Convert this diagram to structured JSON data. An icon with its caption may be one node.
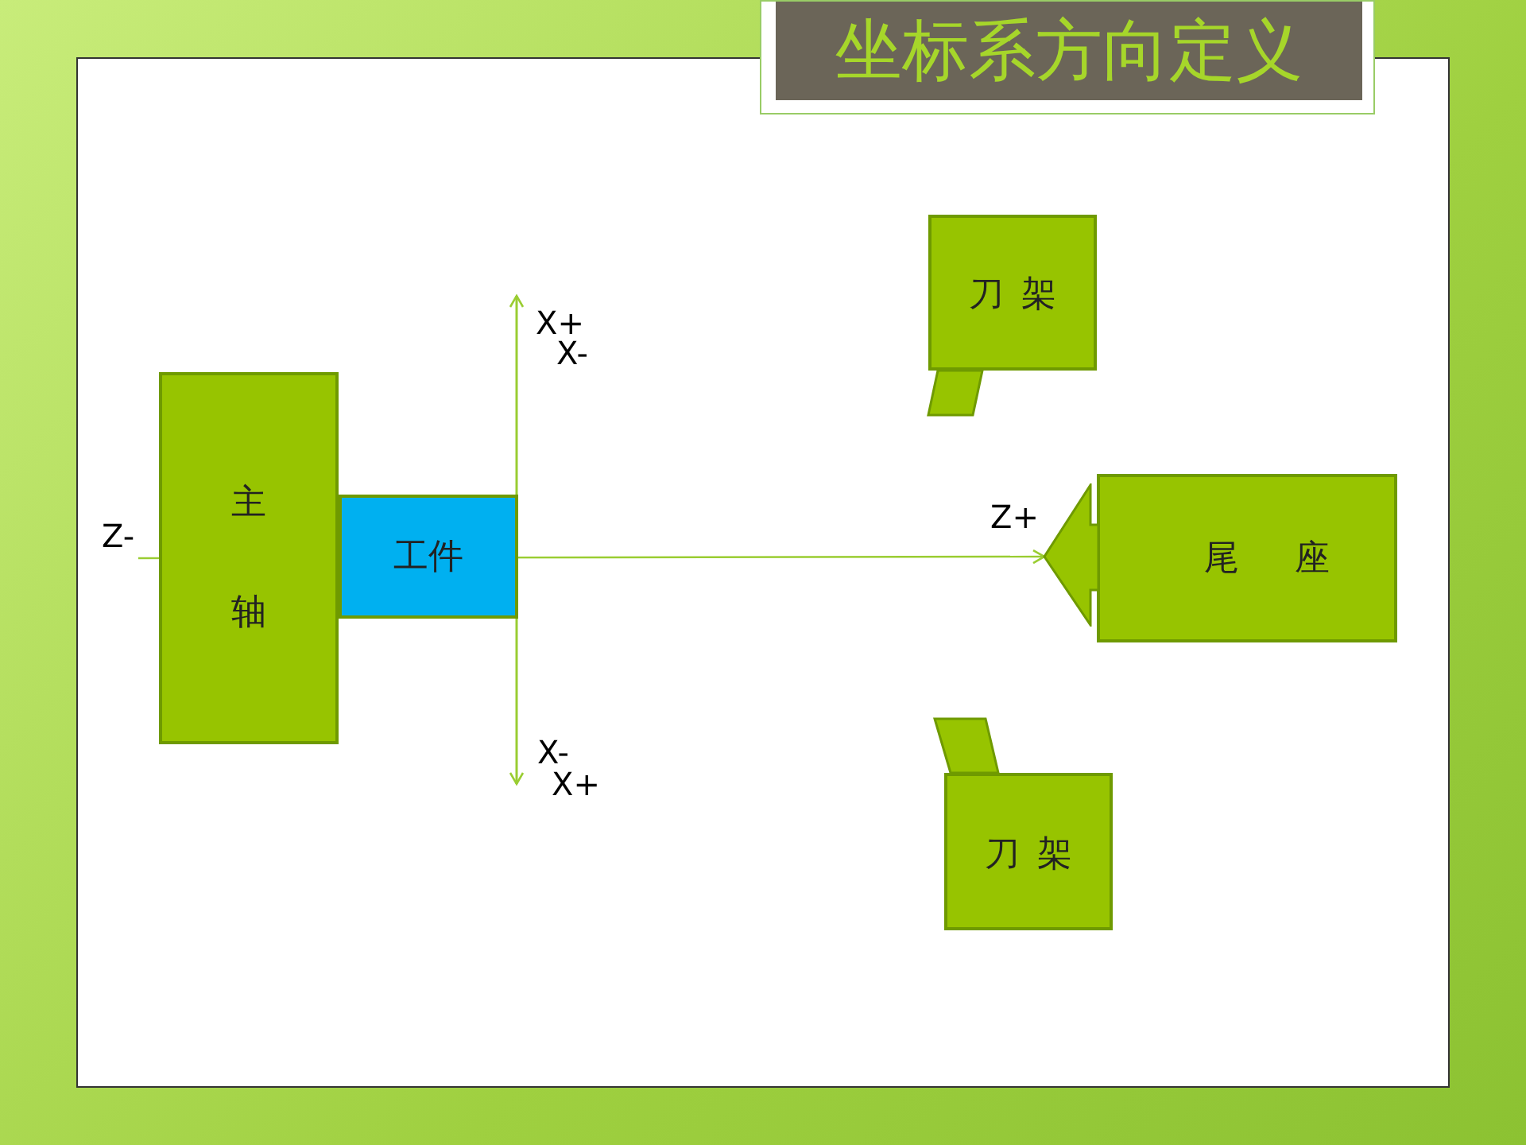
{
  "diagram": {
    "title": "坐标系方向定义",
    "nodes": [
      {
        "text": [
          "主轴"
        ]
      },
      {
        "text": [
          "工件"
        ]
      },
      {
        "text": [
          "刀 架"
        ]
      },
      {
        "text": [
          "尾 座"
        ]
      },
      {
        "text": [
          "刀 架"
        ]
      },
      {
        "text": [],
        "shape": "arrow"
      }
    ],
    "labels": [
      "Z-",
      "X+",
      "X-",
      "Z+",
      "X-",
      "X+"
    ]
  }
}
